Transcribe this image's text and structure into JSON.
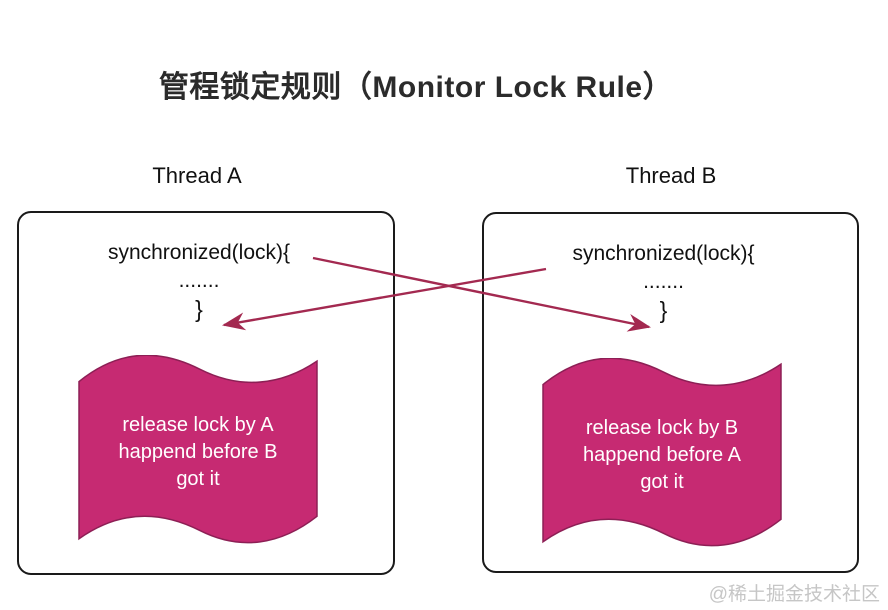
{
  "title": "管程锁定规则（Monitor Lock Rule）",
  "threads": [
    {
      "label": "Thread A",
      "code": [
        "synchronized(lock){",
        ".......",
        "}"
      ],
      "flag_text": [
        "release lock by A",
        "happend before B",
        "got it"
      ]
    },
    {
      "label": "Thread B",
      "code": [
        "synchronized(lock){",
        ".......",
        "}"
      ],
      "flag_text": [
        "release lock by B",
        "happend before A",
        "got it"
      ]
    }
  ],
  "watermark": "@稀土掘金技术社区",
  "colors": {
    "flag_fill": "#c62a72",
    "flag_border": "#8d1f55",
    "arrow": "#a32950",
    "box_border": "#1a1a1a",
    "title_text": "#2b2b2b",
    "body_text": "#111111",
    "flag_text": "#ffffff",
    "watermark": "#c6c6c6"
  }
}
